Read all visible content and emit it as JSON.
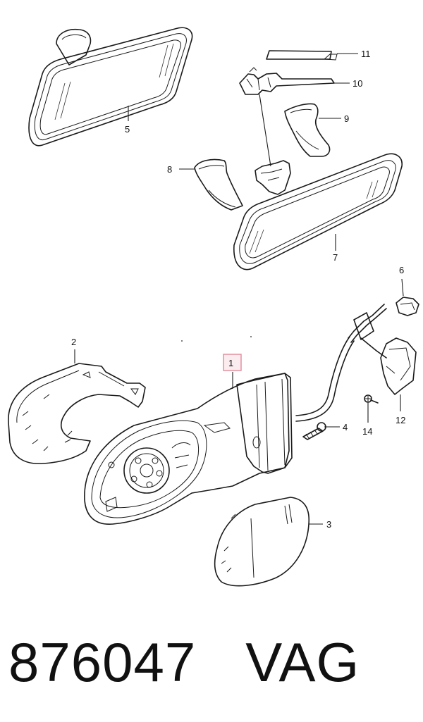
{
  "callouts": {
    "p1": "1",
    "p2": "2",
    "p3": "3",
    "p4": "4",
    "p5": "5",
    "p6": "6",
    "p7": "7",
    "p8": "8",
    "p9": "9",
    "p10": "10",
    "p11": "11",
    "p12": "12",
    "p14": "14"
  },
  "highlight_color": "#e08a9a",
  "footer": {
    "part_number": "876047",
    "brand": "VAG"
  }
}
